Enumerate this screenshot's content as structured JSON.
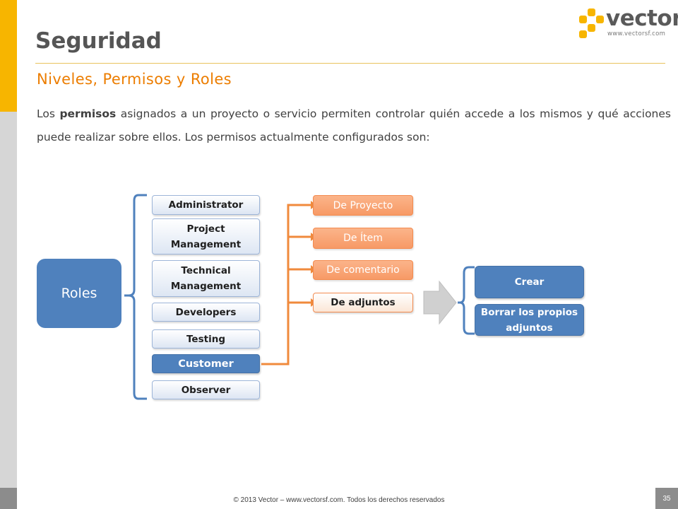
{
  "slide": {
    "title": "Seguridad",
    "subtitle": "Niveles, Permisos y Roles",
    "paragraph": {
      "part1": "Los ",
      "bold": "permisos",
      "part2": " asignados a un proyecto o servicio permiten controlar quién accede a los mismos y qué acciones puede realizar sobre ellos. Los permisos actualmente configurados son:"
    }
  },
  "logo": {
    "name": "vector",
    "url": "www.vectorsf.com",
    "mark_icon": "vector-logo-squares-icon",
    "color": "#f7b500"
  },
  "diagram": {
    "root": "Roles",
    "roles": [
      "Administrator",
      "Project Management",
      "Technical Management",
      "Developers",
      "Testing",
      "Customer",
      "Observer"
    ],
    "selected_role": "Customer",
    "permissions": [
      "De Proyecto",
      "De Ítem",
      "De comentario",
      "De adjuntos"
    ],
    "selected_permission": "De adjuntos",
    "arrow_icon": "chevron-right-arrow-icon",
    "actions": [
      "Crear",
      "Borrar los propios adjuntos"
    ],
    "colors": {
      "blue": "#4f81bd",
      "orange": "#f79a66",
      "accent_orange": "#ec7d00",
      "bracket_blue": "#4f81bd",
      "connector_orange": "#f08a3c"
    }
  },
  "footer": {
    "copyright": "© 2013 Vector – www.vectorsf.com. Todos los derechos reservados",
    "page_number": "35"
  }
}
